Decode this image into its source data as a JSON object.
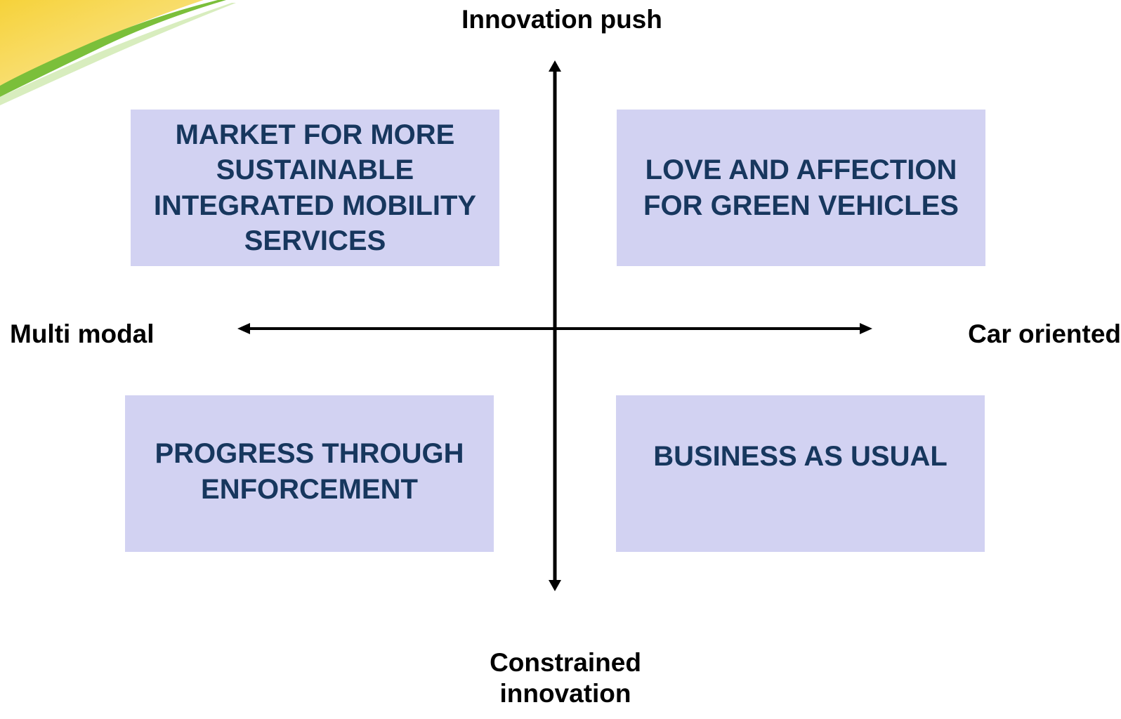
{
  "axes": {
    "top": "Innovation push",
    "bottom": "Constrained innovation",
    "left": "Multi modal",
    "right": "Car oriented"
  },
  "quadrants": {
    "top_left": "MARKET FOR MORE SUSTAINABLE INTEGRATED MOBILITY SERVICES",
    "top_right": "LOVE AND AFFECTION FOR GREEN VEHICLES",
    "bottom_left": "PROGRESS THROUGH ENFORCEMENT",
    "bottom_right": "BUSINESS AS USUAL"
  },
  "colors": {
    "quadrant_fill": "#d2d2f2",
    "quadrant_text": "#17375e",
    "axis": "#000000"
  }
}
